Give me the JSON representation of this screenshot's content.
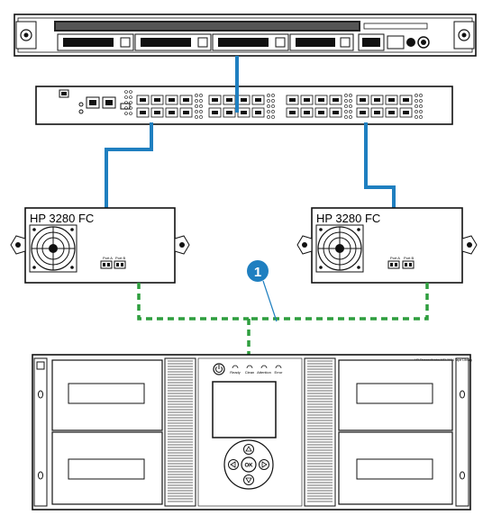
{
  "diagram": {
    "drive_title_left": "HP 3280 FC",
    "drive_title_right": "HP 3280 FC",
    "port_a_label": "Port A",
    "port_b_label": "Port B",
    "callout_number": "1",
    "library_power_icon": "power-icon",
    "library_leds": [
      "Ready",
      "Clean",
      "Attention",
      "Error"
    ],
    "library_ok_label": "OK",
    "library_brand_text": "HP StorageWorks MSL2024 Tape Library",
    "colors": {
      "fc_cable": "#1f7fc0",
      "ethernet_link": "#2e9e3e",
      "callout": "#1f7fc0",
      "outline": "#111111",
      "vent": "#8a8a8a"
    }
  }
}
